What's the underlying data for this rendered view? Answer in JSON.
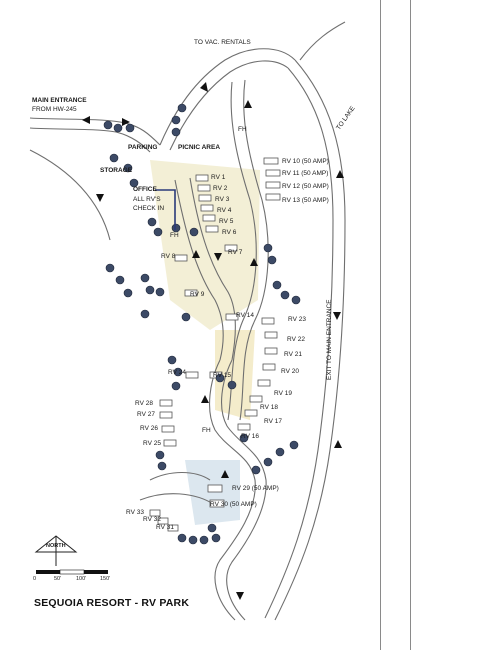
{
  "map": {
    "title": "SEQUOIA RESORT - RV PARK",
    "labels": {
      "to_vac_rentals": "TO VAC. RENTALS",
      "main_entrance": "MAIN ENTRANCE",
      "from_hw": "FROM HW-245",
      "parking": "PARKING",
      "picnic_area": "PICNIC AREA",
      "storage": "STORAGE",
      "office": "OFFICE",
      "all_rvs": "ALL RV'S",
      "check_in": "CHECK IN",
      "to_lake": "TO LAKE",
      "exit_to_main": "EXIT TO MAIN ENTRANCE",
      "fh_top": "FH",
      "fh_mid": "FH",
      "fh_bottom": "FH",
      "north": "NORTH"
    },
    "sites": [
      "RV 1",
      "RV 2",
      "RV 3",
      "RV 4",
      "RV 5",
      "RV 6",
      "RV 7",
      "RV 8",
      "RV 9",
      "RV 10 (50 AMP)",
      "RV 11 (50 AMP)",
      "RV 12 (50 AMP)",
      "RV 13 (50 AMP)",
      "RV 14",
      "RV 15",
      "RV 16",
      "RV 17",
      "RV 18",
      "RV 19",
      "RV 20",
      "RV 21",
      "RV 22",
      "RV 23",
      "RV 24",
      "RV 25",
      "RV 26",
      "RV 27",
      "RV 28",
      "RV 29 (50 AMP)",
      "RV 30 (50 AMP)",
      "RV 31",
      "RV 32",
      "RV 33"
    ],
    "scale": {
      "ticks": [
        "0",
        "50'",
        "100'",
        "150'"
      ]
    },
    "colors": {
      "road": "#6f6f6f",
      "tree": "#3c4a66",
      "sand": "#efe6b8",
      "water": "#cfdde8"
    }
  }
}
